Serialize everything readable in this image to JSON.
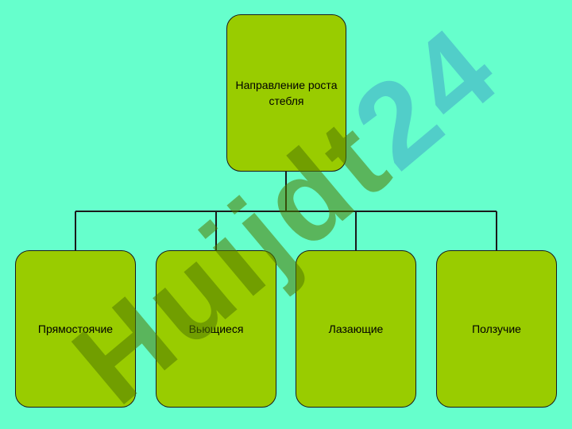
{
  "diagram": {
    "root": {
      "label": "Направление роста стебля"
    },
    "children": [
      {
        "label": "Прямостоячие"
      },
      {
        "label": "Вьющиеся"
      },
      {
        "label": "Лазающие"
      },
      {
        "label": "Ползучие"
      }
    ]
  },
  "watermark": {
    "part1": "Huijdt",
    "part2": "24"
  },
  "colors": {
    "background": "#66ffcc",
    "node_fill": "#99cc00",
    "connector": "#1a1a1a",
    "watermark_green": "#507800",
    "watermark_blue": "#46b4c8"
  }
}
